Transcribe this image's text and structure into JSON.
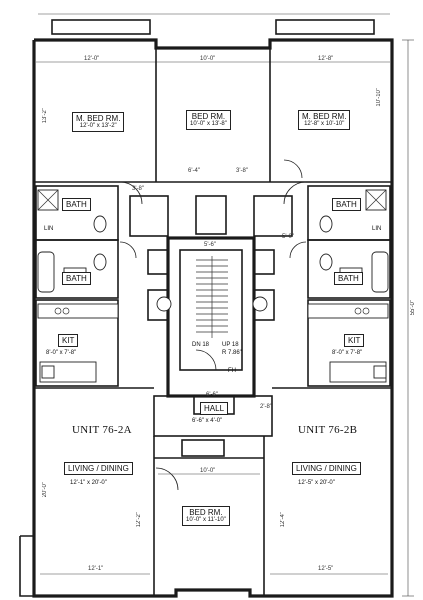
{
  "rooms": {
    "mbed_left": {
      "label": "M. BED RM.",
      "size": "12'-0\" x 13'-2\""
    },
    "bed_center": {
      "label": "BED RM.",
      "size": "10'-0\" x 13'-8\""
    },
    "mbed_right": {
      "label": "M. BED RM.",
      "size": "12'-8\" x 10'-10\""
    },
    "bath_left_upper": {
      "label": "BATH"
    },
    "bath_left_lower": {
      "label": "BATH"
    },
    "bath_right_upper": {
      "label": "BATH"
    },
    "bath_right_lower": {
      "label": "BATH"
    },
    "kit_left": {
      "label": "KIT",
      "size": "8'-0\" x 7'-8\""
    },
    "kit_right": {
      "label": "KIT",
      "size": "8'-0\" x 7'-8\""
    },
    "hall": {
      "label": "HALL",
      "size": "6'-6\" x 4'-0\""
    },
    "living_left": {
      "label": "LIVING / DINING",
      "size": "12'-1\" x 20'-0\""
    },
    "living_right": {
      "label": "LIVING / DINING",
      "size": "12'-5\" x 20'-0\""
    },
    "bed_bottom": {
      "label": "BED RM.",
      "size": "10'-0\" x 11'-10\""
    },
    "stair_note_dn": "DN 18",
    "stair_note_up": "UP 18",
    "stair_riser": "R 7.86\"",
    "fh": "FH",
    "lin_left": "LIN",
    "lin_right": "LIN"
  },
  "units": {
    "left": "UNIT 76-2A",
    "right": "UNIT 76-2B"
  },
  "dims": {
    "top_left": "12'-0\"",
    "top_mid": "10'-0\"",
    "top_right": "12'-8\"",
    "overall_height": "55'-0\"",
    "bottom_left": "12'-1\"",
    "bottom_right": "12'-5\"",
    "bottom_mid": "10'-0\"",
    "d_3_8": "3'-8\"",
    "d_6_4": "6'-4\"",
    "d_3_8b": "3'-8\"",
    "d_5_6": "5'-6\"",
    "d_6_6": "6'-6\"",
    "d_2_8": "2'-8\"",
    "d_5_0": "5'-0\"",
    "d_20_0": "20'-0\"",
    "d_12_2": "12'-2\"",
    "d_12_4": "12'-4\"",
    "d_10_10": "10'-10\"",
    "d_13_2": "13'-2\""
  }
}
